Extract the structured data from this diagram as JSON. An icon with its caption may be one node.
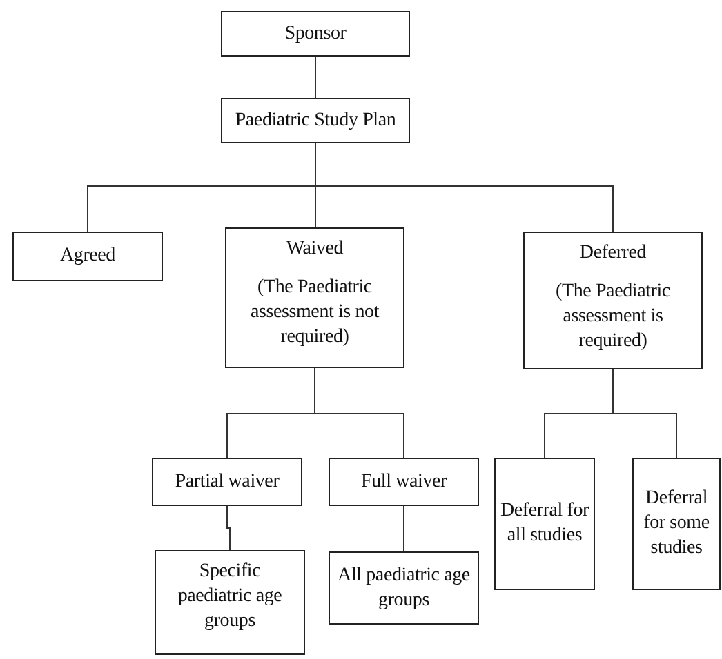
{
  "diagram": {
    "nodes": [
      {
        "text": [
          "Sponsor"
        ]
      },
      {
        "text": [
          "Paediatric Study Plan"
        ]
      },
      {
        "text": [
          "Agreed"
        ]
      },
      {
        "text": [
          "Waived",
          "(The Paediatric assessment is not required)"
        ]
      },
      {
        "text": [
          "Deferred",
          "(The Paediatric assessment is required)"
        ]
      },
      {
        "text": [
          "Partial waiver"
        ]
      },
      {
        "text": [
          "Full waiver"
        ]
      },
      {
        "text": [
          "Deferral for all studies"
        ]
      },
      {
        "text": [
          "Deferral for some studies"
        ]
      },
      {
        "text": [
          "Specific paediatric age groups"
        ]
      },
      {
        "text": [
          "All paediatric age groups"
        ]
      }
    ],
    "edges": [
      {
        "from": 0,
        "to": 1,
        "arrow": "none"
      },
      {
        "from": 1,
        "to": 2,
        "arrow": "none"
      },
      {
        "from": 1,
        "to": 3,
        "arrow": "none"
      },
      {
        "from": 1,
        "to": 4,
        "arrow": "none"
      },
      {
        "from": 3,
        "to": 5,
        "arrow": "none"
      },
      {
        "from": 3,
        "to": 6,
        "arrow": "none"
      },
      {
        "from": 4,
        "to": 7,
        "arrow": "none"
      },
      {
        "from": 4,
        "to": 8,
        "arrow": "none"
      },
      {
        "from": 5,
        "to": 9,
        "arrow": "none"
      },
      {
        "from": 6,
        "to": 10,
        "arrow": "none"
      }
    ]
  }
}
